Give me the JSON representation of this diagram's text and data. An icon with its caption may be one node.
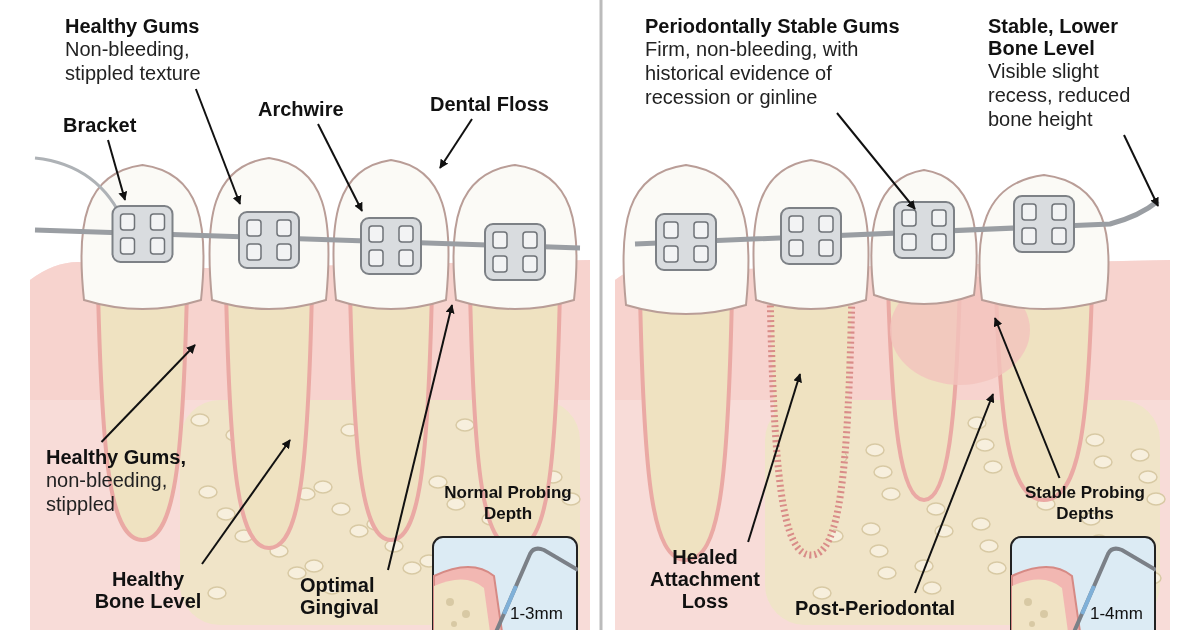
{
  "diagram": {
    "nodes": [
      {
        "text": [
          "Healthy Gums",
          "Non-bleeding, stippled texture"
        ]
      },
      {
        "text": [
          "Bracket"
        ]
      },
      {
        "text": [
          "Archwire"
        ]
      },
      {
        "text": [
          "Dental Floss"
        ]
      },
      {
        "text": [
          "Healthy Gums,",
          "non-bleeding, stippled"
        ]
      },
      {
        "text": [
          "Healthy Bone Level"
        ]
      },
      {
        "text": [
          "Optimal Gingival"
        ]
      },
      {
        "text": [
          "Normal Probing Depth"
        ]
      },
      {
        "text": [
          "Periodontally Stable Gums",
          "Firm, non-bleeding, with historical evidence of recession or ginline"
        ]
      },
      {
        "text": [
          "Stable, Lower Bone Level",
          "Visible slight recess, reduced bone height"
        ]
      },
      {
        "text": [
          "Healed Attachment Loss"
        ]
      },
      {
        "text": [
          "Stable Probing Depths"
        ]
      },
      {
        "text": [
          "Post-Periodontal"
        ]
      }
    ],
    "edges": [
      {
        "from": 0,
        "to": null,
        "arrow": "to"
      },
      {
        "from": 1,
        "to": null,
        "arrow": "to"
      },
      {
        "from": 2,
        "to": null,
        "arrow": "to"
      },
      {
        "from": 3,
        "to": null,
        "arrow": "to"
      },
      {
        "from": 4,
        "to": null,
        "arrow": "to"
      },
      {
        "from": 5,
        "to": null,
        "arrow": "to"
      },
      {
        "from": 6,
        "to": null,
        "arrow": "to"
      },
      {
        "from": 8,
        "to": null,
        "arrow": "to"
      },
      {
        "from": 9,
        "to": null,
        "arrow": "to"
      },
      {
        "from": 10,
        "to": null,
        "arrow": "to"
      },
      {
        "from": 11,
        "to": null,
        "arrow": "to"
      },
      {
        "from": 12,
        "to": null,
        "arrow": "to"
      }
    ],
    "labels": [
      "1-3mm",
      "1-4mm"
    ]
  }
}
